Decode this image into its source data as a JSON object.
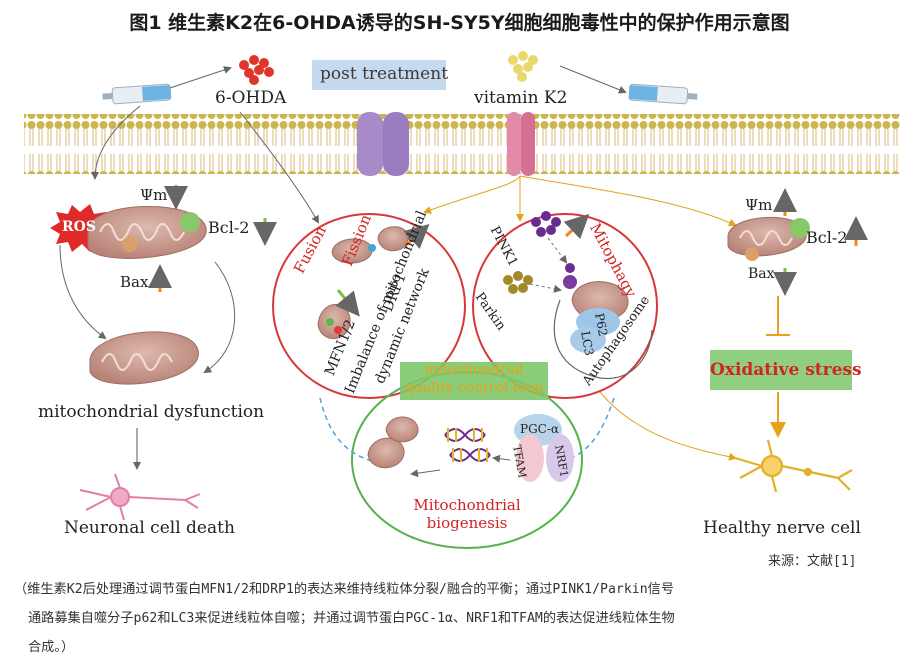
{
  "title": "图1 维生素K2在6-OHDA诱导的SH-SY5Y细胞细胞毒性中的保护作用示意图",
  "labels": {
    "toxin": "6-OHDA",
    "vitamin": "vitamin K2",
    "post_treatment": "post treatment",
    "ros": "ROS",
    "psi_left": "Ψm",
    "bcl2_left": "Bcl-2",
    "bax_left": "Bax",
    "mito_dysfunction": "mitochondrial dysfunction",
    "neuronal_death": "Neuronal cell death",
    "fusion": "Fusion",
    "fission": "Fission",
    "drp1": "DRP1",
    "mfn": "MFN1/2",
    "imbalance": "Imbalance of mitochondrial",
    "dynamic_network": "dynamic network",
    "pink1": "PINK1",
    "mitophagy": "Mitophagy",
    "parkin": "Parkin",
    "p62": "P62",
    "lc3": "LC3",
    "autophagosome": "Autophagosome",
    "qc_loop_1": "mitochondrial",
    "qc_loop_2": "quality control loop",
    "pgc": "PGC-α",
    "tfam": "TFAM",
    "nrf1": "NRF1",
    "biogenesis_1": "Mitochondrial",
    "biogenesis_2": "biogenesis",
    "psi_right": "Ψm",
    "bcl2_right": "Bcl-2",
    "bax_right": "Bax",
    "oxidative_stress": "Oxidative stress",
    "healthy_cell": "Healthy nerve cell"
  },
  "source": "来源：文献[1]",
  "caption": {
    "line1": "（维生素K2后处理通过调节蛋白MFN1/2和DRP1的表达来维持线粒体分裂/融合的平衡；通过PINK1/Parkin信号",
    "line2": "通路募集自噬分子p62和LC3来促进线粒体自噬；并通过调节蛋白PGC-1α、NRF1和TFAM的表达促进线粒体生物",
    "line3": "合成。）"
  },
  "colors": {
    "membrane_head": "#c9b34a",
    "channel": "#a98ac8",
    "channel_right": "#e48aa9",
    "arrow_up": "#f28a12",
    "arrow_down": "#7cc242",
    "ellipse": "#d6383a",
    "loop_ellipse": "#56b34b",
    "ros_burst": "#e02a2a",
    "green_box": "#7ec76a",
    "post_treatment_box": "#c5d9ef"
  }
}
